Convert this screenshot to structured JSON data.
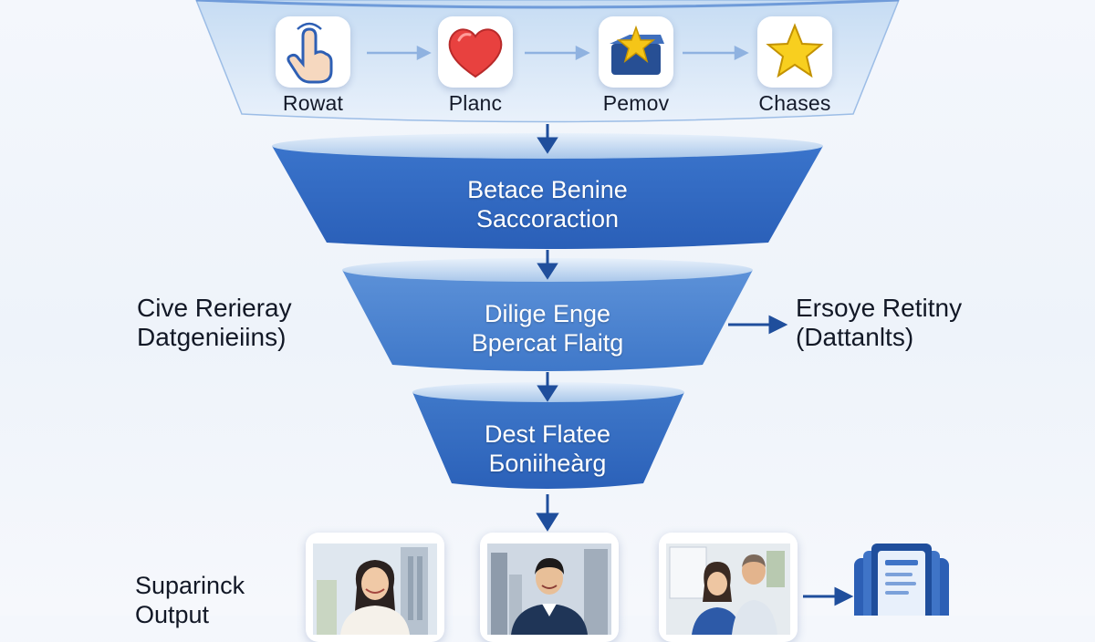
{
  "steps": [
    {
      "label": "Rowat",
      "icon": "hand-pointer-icon"
    },
    {
      "label": "Planc",
      "icon": "heart-icon"
    },
    {
      "label": "Pemov",
      "icon": "box-star-icon"
    },
    {
      "label": "Chases",
      "icon": "star-icon"
    }
  ],
  "funnel": [
    {
      "line1": "Betace Benine",
      "line2": "Saccoraction"
    },
    {
      "line1": "Dilige Enge",
      "line2": "Bpercat Flaitg"
    },
    {
      "line1": "Dest Flatee",
      "line2": "Бoniiheàrg"
    }
  ],
  "side": {
    "left": {
      "line1": "Cive Rerieray",
      "line2": "Datgenieiins)"
    },
    "right": {
      "line1": "Ersoye Retitny",
      "line2": "(Dattanlts)"
    },
    "bottom": {
      "line1": "Suparinck",
      "line2": "Output"
    }
  },
  "output_icons": [
    "person-photo-woman",
    "person-photo-man",
    "people-photo-pair",
    "document-stack-icon"
  ],
  "colors": {
    "funnel_dark": "#2e64be",
    "funnel_mid": "#4a80cf",
    "funnel_light": "#d6e6f7",
    "arrow": "#1f4e9c",
    "background": "#f1f5fb"
  }
}
